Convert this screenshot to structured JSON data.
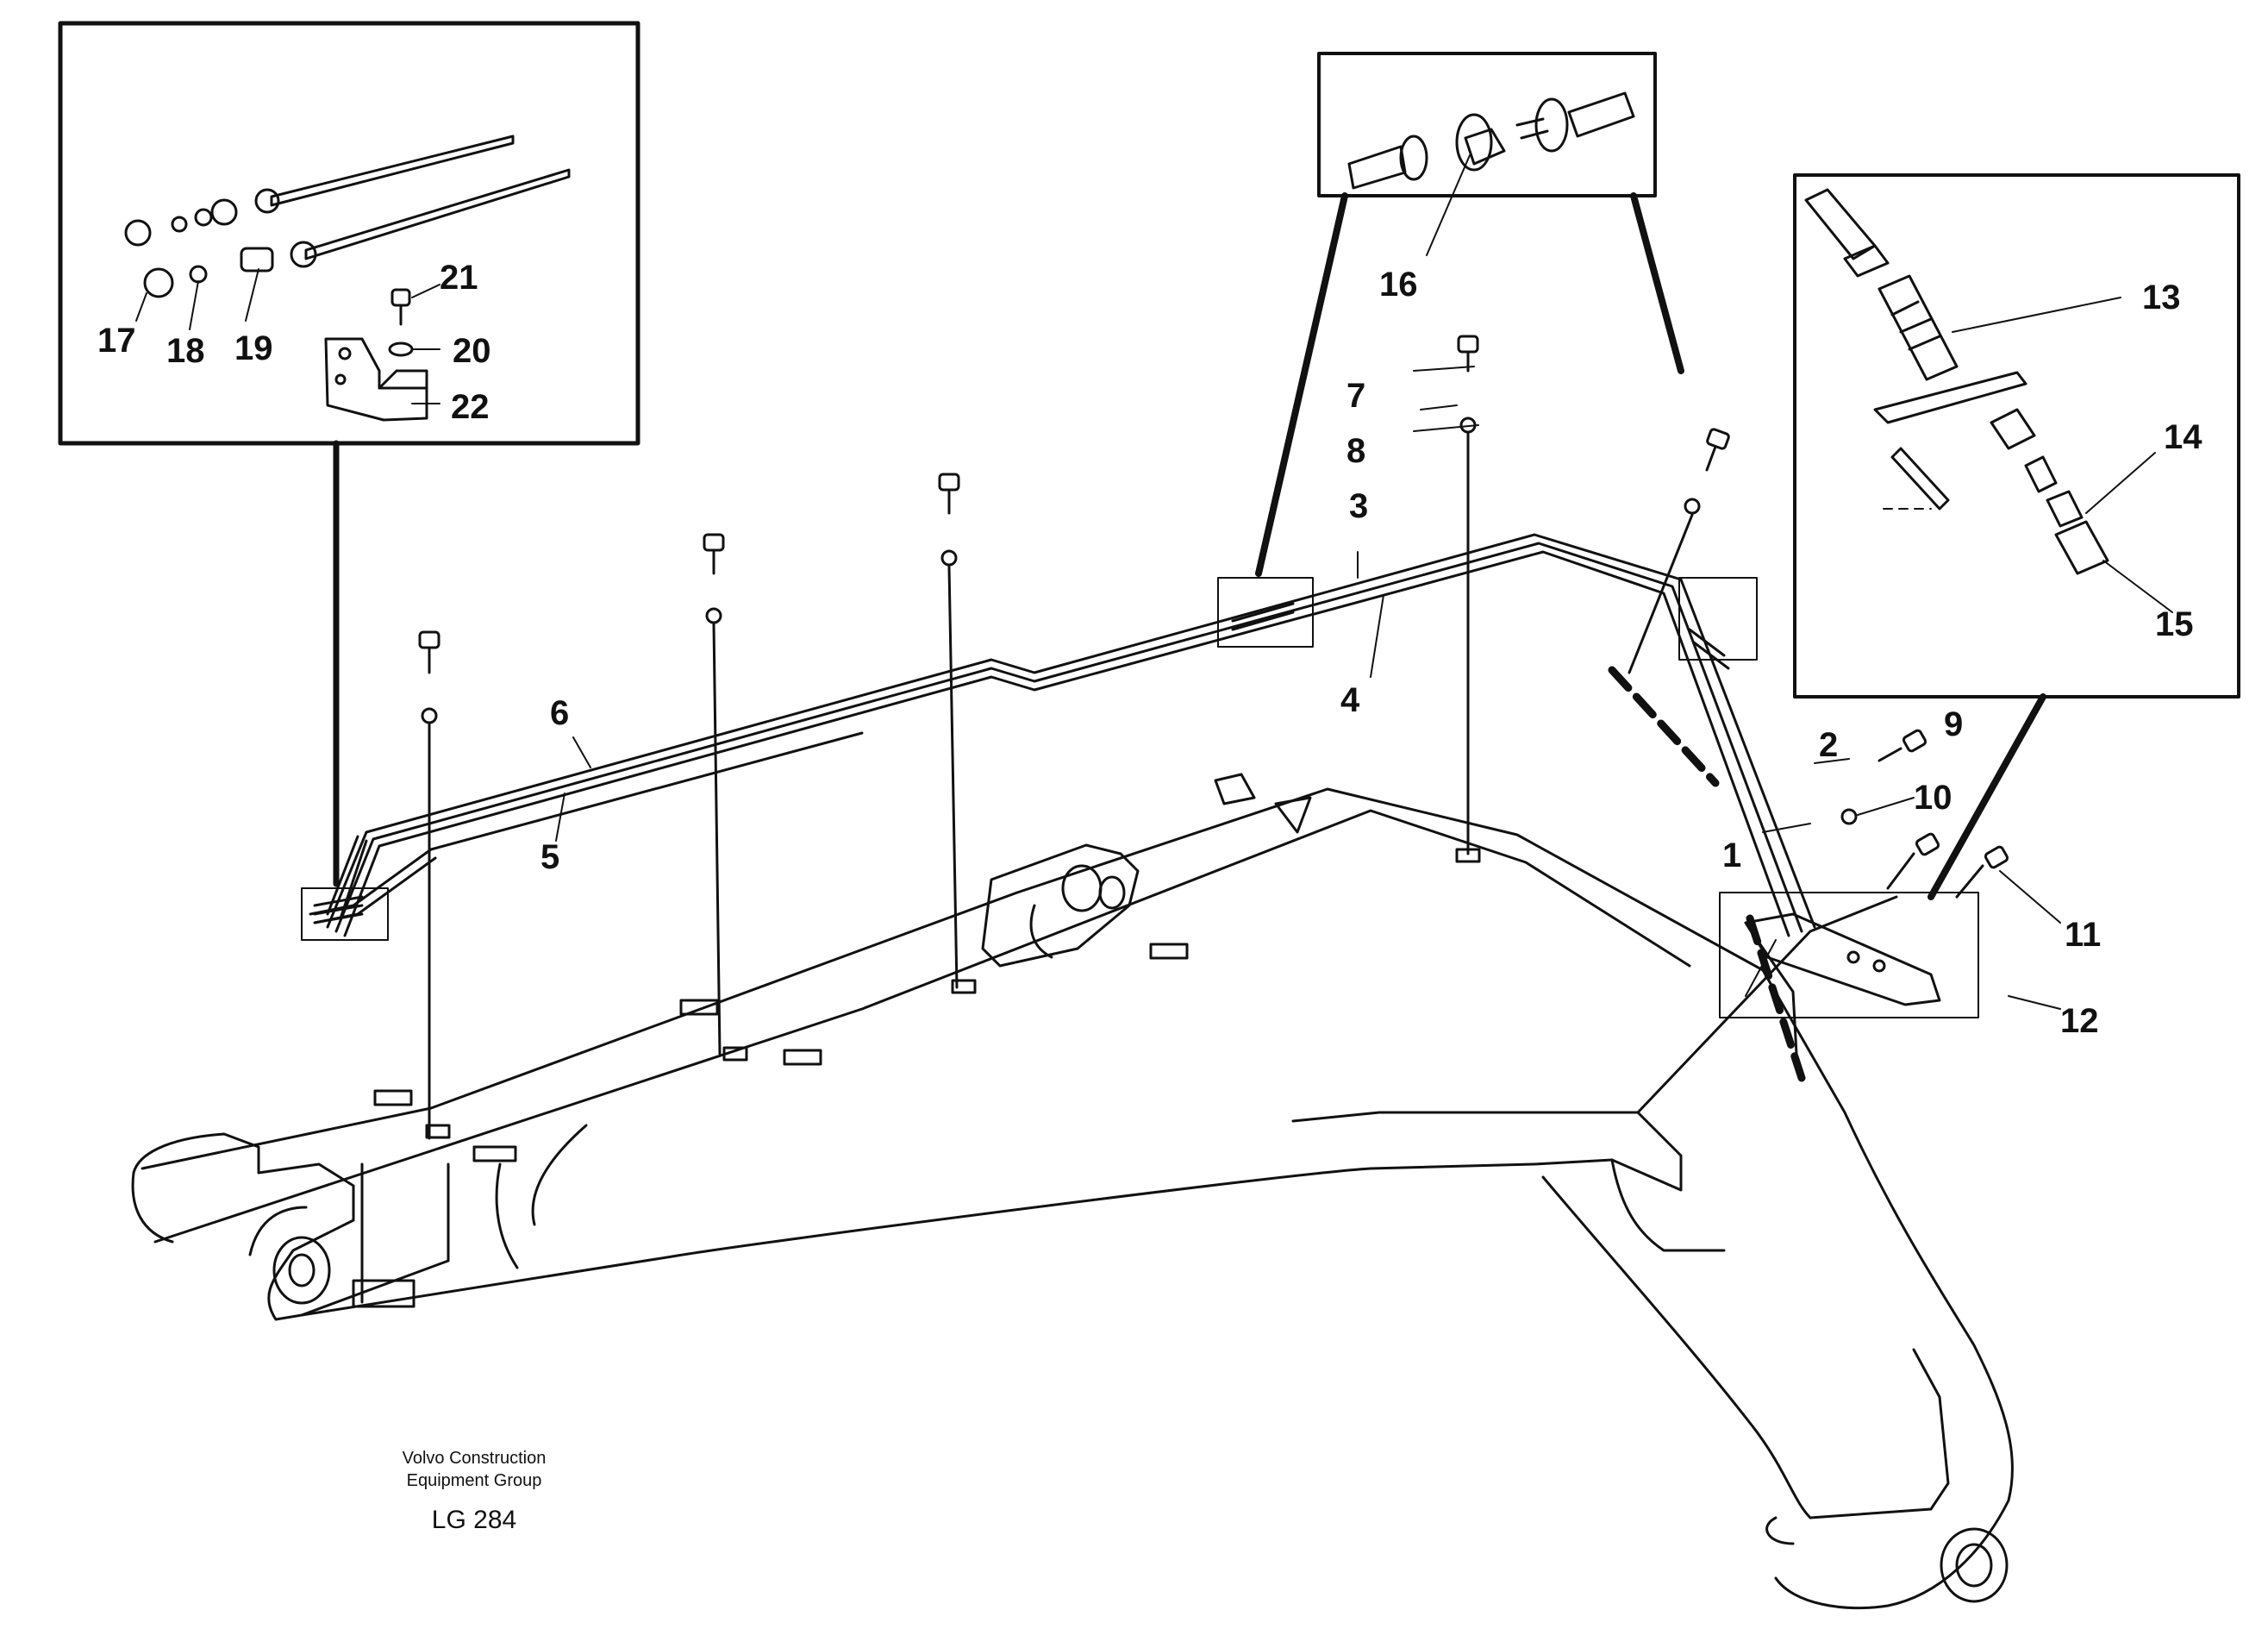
{
  "callouts": [
    "1",
    "2",
    "3",
    "4",
    "5",
    "6",
    "7",
    "8",
    "9",
    "10",
    "11",
    "12",
    "13",
    "14",
    "15",
    "16",
    "17",
    "18",
    "19",
    "20",
    "21",
    "22"
  ],
  "caption": {
    "line1": "Volvo Construction",
    "line2": "Equipment Group",
    "code": "LG 284"
  },
  "colors": {
    "ink": "#111111",
    "paper": "#ffffff"
  }
}
